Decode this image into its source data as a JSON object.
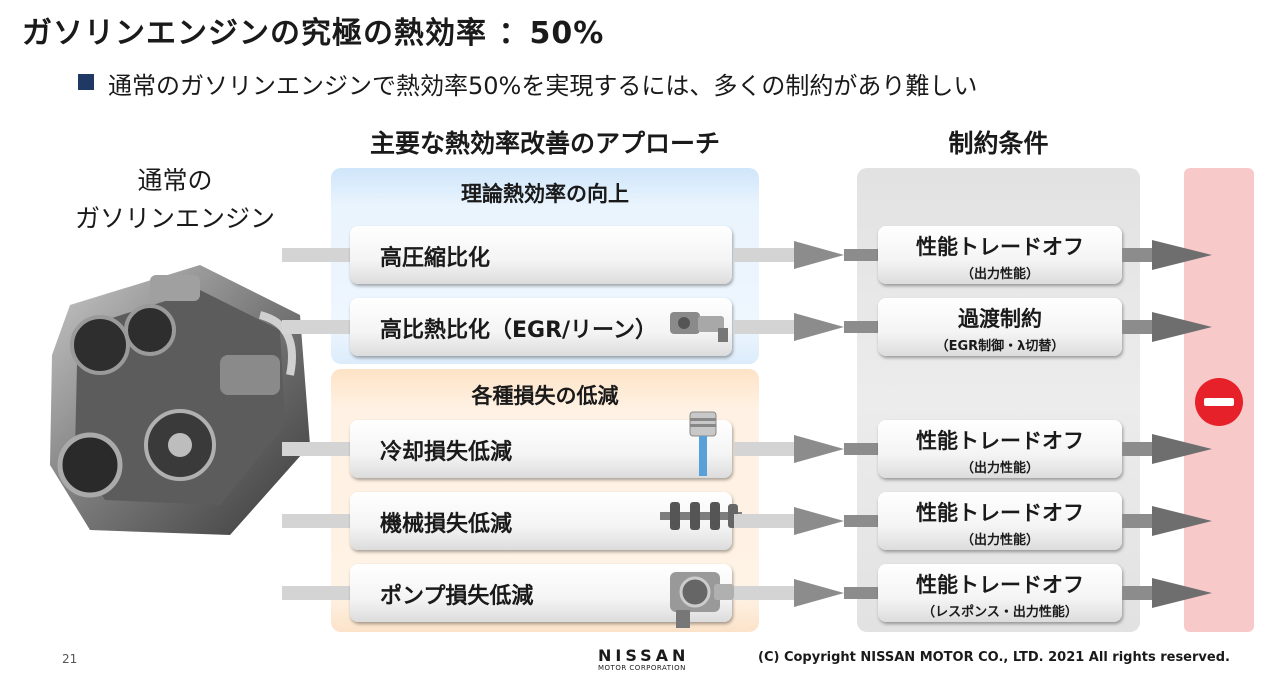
{
  "title": "ガソリンエンジンの究極の熱効率 ：50%",
  "bullet": "通常のガソリンエンジンで熱効率50%を実現するには、多くの制約があり難しい",
  "engine_label_line1": "通常の",
  "engine_label_line2": "ガソリンエンジン",
  "approach_heading": "主要な熱効率改善のアプローチ",
  "constraint_heading": "制約条件",
  "groups": [
    {
      "title": "理論熱効率の向上"
    },
    {
      "title": "各種損失の低減"
    }
  ],
  "approaches": [
    "高圧縮比化",
    "高比熱比化（EGR/リーン）",
    "冷却損失低減",
    "機械損失低減",
    "ポンプ損失低減"
  ],
  "constraints": [
    {
      "main": "性能トレードオフ",
      "sub": "（出力性能）"
    },
    {
      "main": "過渡制約",
      "sub": "（EGR制御・λ切替）"
    },
    {
      "main": "性能トレードオフ",
      "sub": "（出力性能）"
    },
    {
      "main": "性能トレードオフ",
      "sub": "（出力性能）"
    },
    {
      "main": "性能トレードオフ",
      "sub": "（レスポンス・出力性能）"
    }
  ],
  "page_number": "21",
  "logo_text": "NISSAN",
  "logo_sub": "MOTOR CORPORATION",
  "copyright": "(C) Copyright NISSAN MOTOR CO., LTD. 2021 All rights reserved.",
  "colors": {
    "bullet": "#1f3864",
    "no_entry": "#e6212a",
    "arrow": "#8c8c8c"
  }
}
